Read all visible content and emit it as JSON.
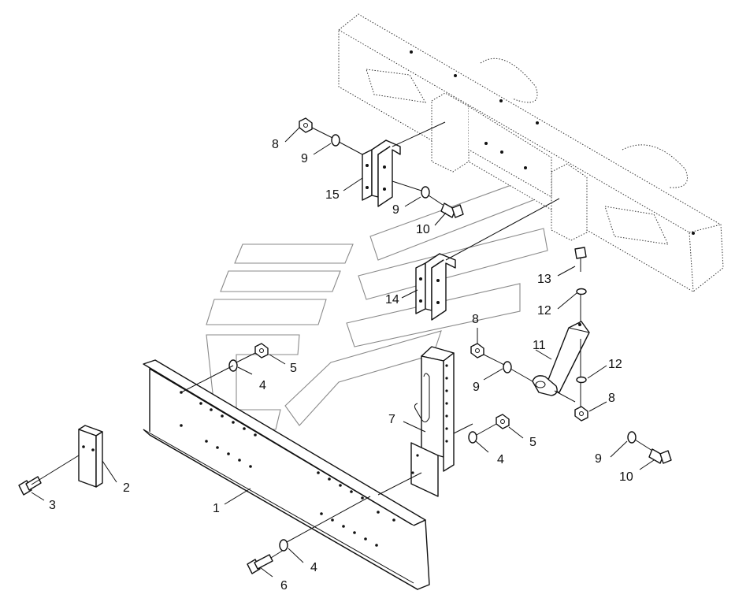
{
  "diagram": {
    "callouts": [
      {
        "id": "c1",
        "label": "1"
      },
      {
        "id": "c2",
        "label": "2"
      },
      {
        "id": "c3",
        "label": "3"
      },
      {
        "id": "c4a",
        "label": "4"
      },
      {
        "id": "c4b",
        "label": "4"
      },
      {
        "id": "c4c",
        "label": "4"
      },
      {
        "id": "c5a",
        "label": "5"
      },
      {
        "id": "c5b",
        "label": "5"
      },
      {
        "id": "c6",
        "label": "6"
      },
      {
        "id": "c7",
        "label": "7"
      },
      {
        "id": "c8a",
        "label": "8"
      },
      {
        "id": "c8b",
        "label": "8"
      },
      {
        "id": "c8c",
        "label": "8"
      },
      {
        "id": "c9a",
        "label": "9"
      },
      {
        "id": "c9b",
        "label": "9"
      },
      {
        "id": "c9c",
        "label": "9"
      },
      {
        "id": "c9d",
        "label": "9"
      },
      {
        "id": "c10a",
        "label": "10"
      },
      {
        "id": "c10b",
        "label": "10"
      },
      {
        "id": "c11",
        "label": "11"
      },
      {
        "id": "c12a",
        "label": "12"
      },
      {
        "id": "c12b",
        "label": "12"
      },
      {
        "id": "c13",
        "label": "13"
      },
      {
        "id": "c14",
        "label": "14"
      },
      {
        "id": "c15",
        "label": "15"
      }
    ]
  }
}
